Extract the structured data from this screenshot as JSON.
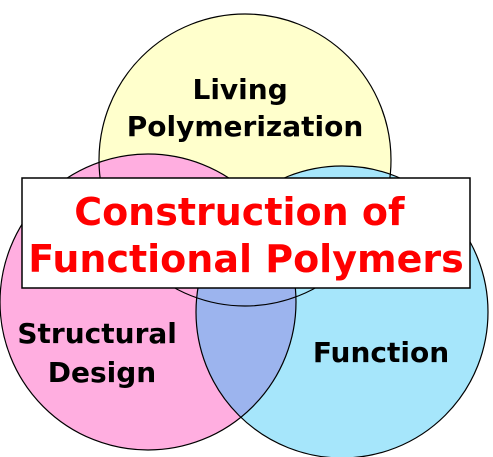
{
  "diagram": {
    "title_lines": [
      "Construction of",
      "Functional Polymers"
    ],
    "circles": [
      {
        "label_lines": [
          "Living",
          "Polymerization"
        ],
        "color": "#ffffcc"
      },
      {
        "label_lines": [
          "Structural",
          "Design"
        ],
        "color": "#ffaee0"
      },
      {
        "label_lines": [
          "Function"
        ],
        "color": "#a6e6fb"
      }
    ],
    "overlap_color": "#9cb4ee",
    "title_color": "#ff0000"
  }
}
